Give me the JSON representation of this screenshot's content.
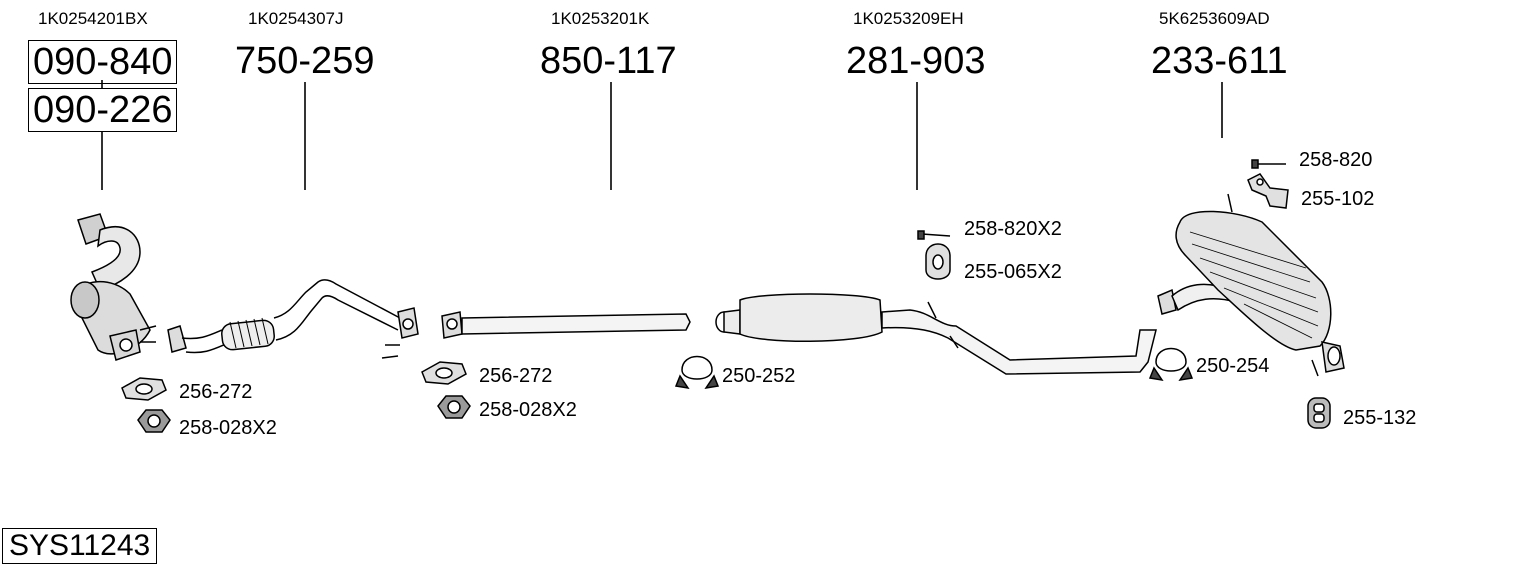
{
  "system_code": "SYS11243",
  "parts": [
    {
      "oem": "1K0254201BX",
      "numbers": [
        "090-840",
        "090-226"
      ]
    },
    {
      "oem": "1K0254307J",
      "number": "750-259"
    },
    {
      "oem": "1K0253201K",
      "number": "850-117"
    },
    {
      "oem": "1K0253209EH",
      "number": "281-903"
    },
    {
      "oem": "5K6253609AD",
      "number": "233-611"
    }
  ],
  "accessories": {
    "gasket_1": "256-272",
    "nut_1": "258-028X2",
    "gasket_2": "256-272",
    "nut_2": "258-028X2",
    "clamp_1": "250-252",
    "bolt_1": "258-820X2",
    "hanger_1": "255-065X2",
    "bolt_2": "258-820",
    "bracket_1": "255-102",
    "clamp_2": "250-254",
    "hanger_2": "255-132"
  }
}
